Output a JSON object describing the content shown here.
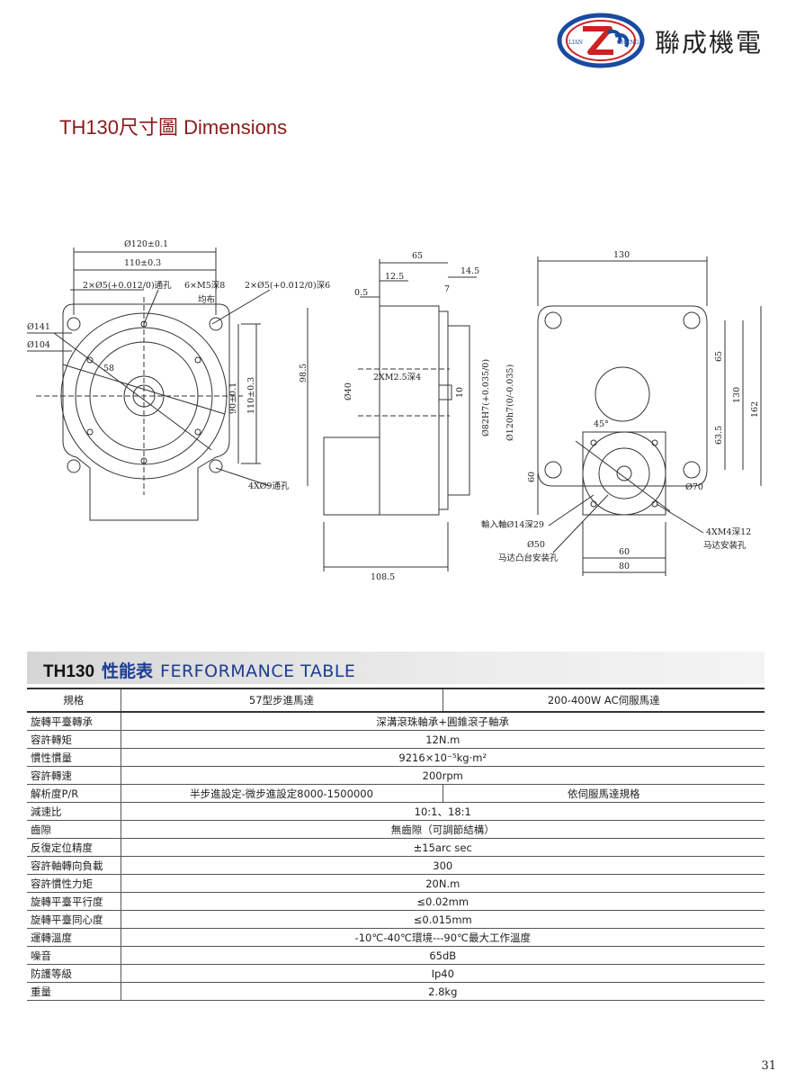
{
  "header": {
    "logo_left": "LIAN",
    "logo_right": "CHENG",
    "brand_name": "聯成機電"
  },
  "dimensions": {
    "title": "TH130尺寸圖 Dimensions",
    "front_view": {
      "d120": "Ø120±0.1",
      "w110": "110±0.3",
      "hole_left": "2×Ø5(+0.012/0)通孔",
      "m5": "6×M5深8",
      "m5_even": "均布",
      "hole_right": "2×Ø5(+0.012/0)深6",
      "d141": "Ø141",
      "d104": "Ø104",
      "d58": "58",
      "h90": "90±0.1",
      "h110": "110±0.3",
      "holes4": "4XØ9通孔"
    },
    "side_view": {
      "w65": "65",
      "w14_5": "14.5",
      "w12_5": "12.5",
      "w0_5": "0.5",
      "w7": "7",
      "h98_5": "98.5",
      "d40": "Ø40",
      "m2_5": "2XM2.5深4",
      "h10": "10",
      "d82": "Ø82H7(+0.035/0)",
      "d120h7": "Ø120h7(0/-0.035)",
      "w108_5": "108.5"
    },
    "rear_view": {
      "w130": "130",
      "h65": "65",
      "h130": "130",
      "h162": "162",
      "h63_5": "63.5",
      "ang45": "45°",
      "d70": "Ø70",
      "h60": "60",
      "input_shaft": "輸入軸Ø14深29",
      "m4": "4XM4深12",
      "motor_holes": "马达安装孔",
      "d50": "Ø50",
      "boss": "马达凸台安装孔",
      "w60": "60",
      "w80": "80"
    }
  },
  "performance": {
    "model": "TH130",
    "title_cn": "性能表",
    "title_en": "FERFORMANCE TABLE",
    "header": {
      "label": "規格",
      "col1": "57型步進馬達",
      "col2": "200-400W AC伺服馬達"
    },
    "rows": [
      {
        "label": "旋轉平臺轉承",
        "value": "深溝滾珠軸承+圓錐滾子軸承"
      },
      {
        "label": "容許轉矩",
        "value": "12N.m"
      },
      {
        "label": "慣性慣量",
        "value": "9216×10⁻⁵kg·m²"
      },
      {
        "label": "容許轉速",
        "value": "200rpm"
      },
      {
        "label": "解析度P/R",
        "value": "半步進設定-微步進設定8000-1500000",
        "value2": "依伺服馬達規格"
      },
      {
        "label": "減速比",
        "value": "10:1、18:1"
      },
      {
        "label": "齒隙",
        "value": "無齒隙（可調節結構）"
      },
      {
        "label": "反復定位精度",
        "value": "±15arc sec"
      },
      {
        "label": "容許軸轉向負載",
        "value": "300"
      },
      {
        "label": "容許慣性力矩",
        "value": "20N.m"
      },
      {
        "label": "旋轉平臺平行度",
        "value": "≤0.02mm"
      },
      {
        "label": "旋轉平臺同心度",
        "value": "≤0.015mm"
      },
      {
        "label": "運轉溫度",
        "value": "-10℃-40℃環境---90℃最大工作溫度"
      },
      {
        "label": "噪音",
        "value": "65dB"
      },
      {
        "label": "防護等級",
        "value": "Ip40"
      },
      {
        "label": "重量",
        "value": "2.8kg"
      }
    ]
  },
  "page_number": "31"
}
